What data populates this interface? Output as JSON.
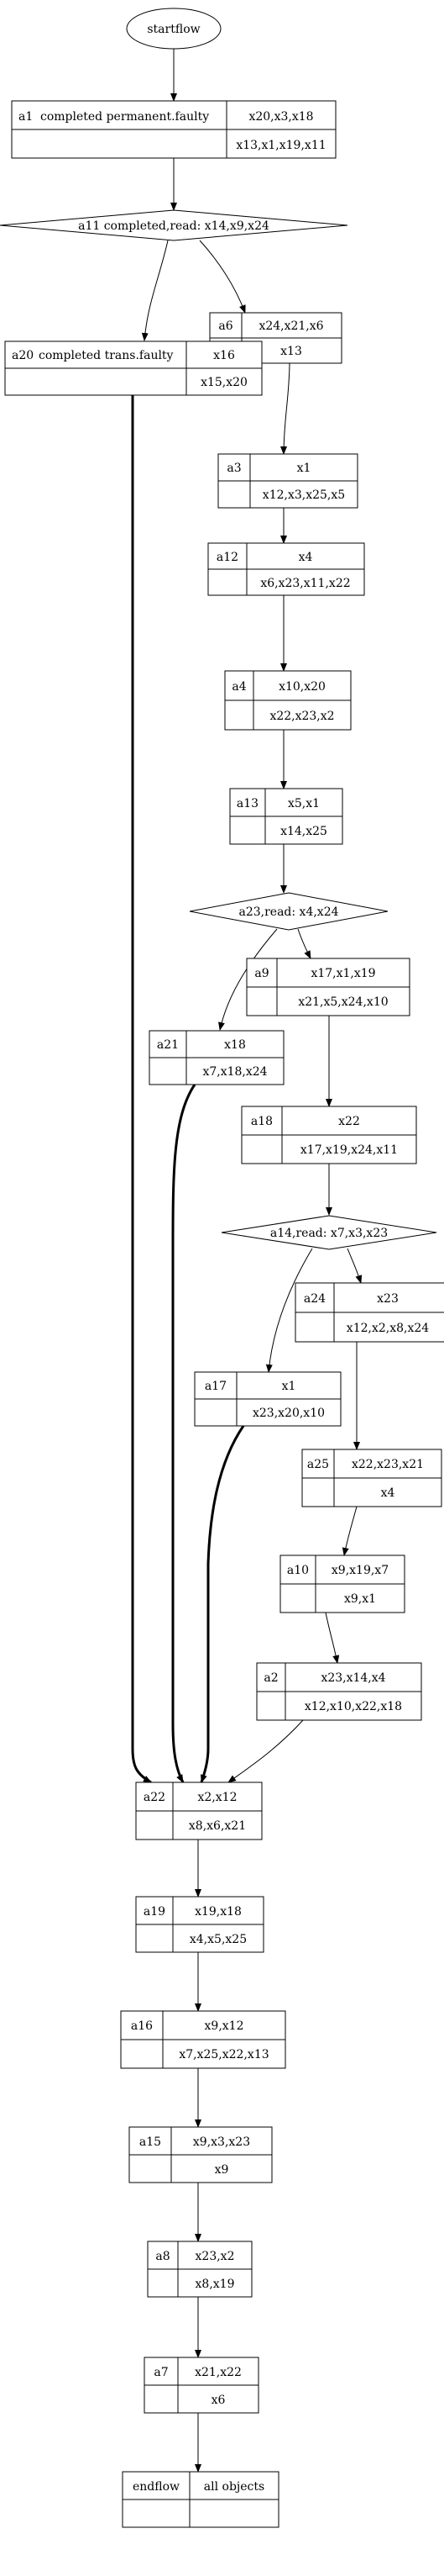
{
  "start": "startflow",
  "end": {
    "label": "endflow",
    "text": "all objects"
  },
  "nodes": {
    "a1": {
      "id": "a1",
      "label": "completed permanent.faulty",
      "top": "x20,x3,x18",
      "bottom": "x13,x1,x19,x11"
    },
    "a6": {
      "id": "a6",
      "top": "x24,x21,x6",
      "bottom": "x13"
    },
    "a20": {
      "id": "a20",
      "label": "completed trans.faulty",
      "top": "x16",
      "bottom": "x15,x20"
    },
    "a3": {
      "id": "a3",
      "top": "x1",
      "bottom": "x12,x3,x25,x5"
    },
    "a12": {
      "id": "a12",
      "top": "x4",
      "bottom": "x6,x23,x11,x22"
    },
    "a4": {
      "id": "a4",
      "top": "x10,x20",
      "bottom": "x22,x23,x2"
    },
    "a13": {
      "id": "a13",
      "top": "x5,x1",
      "bottom": "x14,x25"
    },
    "a9": {
      "id": "a9",
      "top": "x17,x1,x19",
      "bottom": "x21,x5,x24,x10"
    },
    "a21": {
      "id": "a21",
      "top": "x18",
      "bottom": "x7,x18,x24"
    },
    "a18": {
      "id": "a18",
      "top": "x22",
      "bottom": "x17,x19,x24,x11"
    },
    "a24": {
      "id": "a24",
      "top": "x23",
      "bottom": "x12,x2,x8,x24"
    },
    "a17": {
      "id": "a17",
      "top": "x1",
      "bottom": "x23,x20,x10"
    },
    "a25": {
      "id": "a25",
      "top": "x22,x23,x21",
      "bottom": "x4"
    },
    "a10": {
      "id": "a10",
      "top": "x9,x19,x7",
      "bottom": "x9,x1"
    },
    "a2": {
      "id": "a2",
      "top": "x23,x14,x4",
      "bottom": "x12,x10,x22,x18"
    },
    "a22": {
      "id": "a22",
      "top": "x2,x12",
      "bottom": "x8,x6,x21"
    },
    "a19": {
      "id": "a19",
      "top": "x19,x18",
      "bottom": "x4,x5,x25"
    },
    "a16": {
      "id": "a16",
      "top": "x9,x12",
      "bottom": "x7,x25,x22,x13"
    },
    "a15": {
      "id": "a15",
      "top": "x9,x3,x23",
      "bottom": "x9"
    },
    "a8": {
      "id": "a8",
      "top": "x23,x2",
      "bottom": "x8,x19"
    },
    "a7": {
      "id": "a7",
      "top": "x21,x22",
      "bottom": "x6"
    }
  },
  "decisions": {
    "a11": "a11 completed,read: x14,x9,x24",
    "a23": "a23,read: x4,x24",
    "a14": "a14,read: x7,x3,x23"
  }
}
